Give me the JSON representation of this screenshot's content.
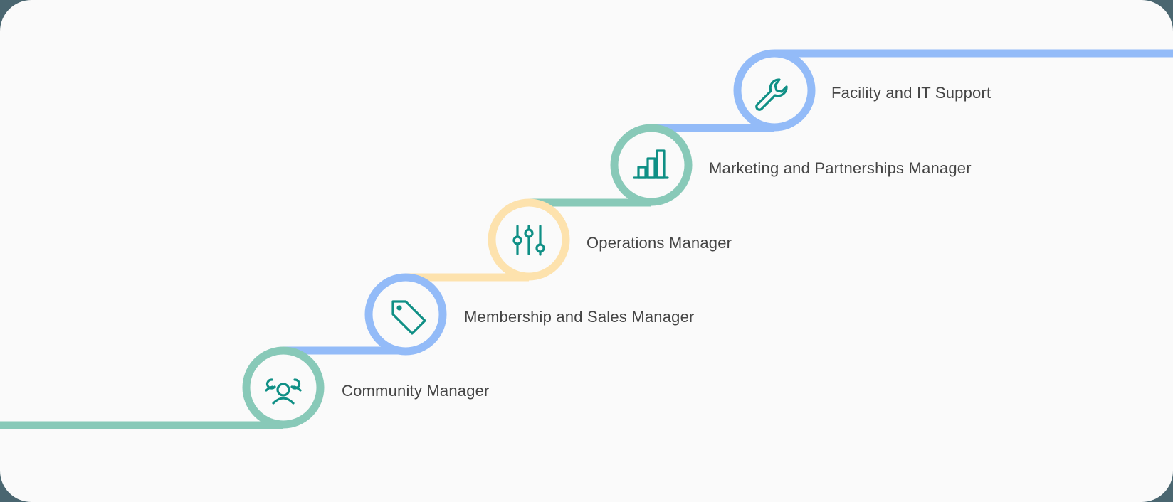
{
  "colors": {
    "background": "#fafafa",
    "outer": "#4a6670",
    "icon": "#0f8f85",
    "text": "#454545",
    "green": "#88c9b8",
    "blue": "#93bbf8",
    "yellow": "#fde2ad"
  },
  "steps": [
    {
      "label": "Community Manager",
      "icon": "users-icon",
      "color": "#88c9b8"
    },
    {
      "label": "Membership and Sales Manager",
      "icon": "tag-icon",
      "color": "#93bbf8"
    },
    {
      "label": "Operations Manager",
      "icon": "sliders-icon",
      "color": "#fde2ad"
    },
    {
      "label": "Marketing and Partnerships Manager",
      "icon": "bar-chart-icon",
      "color": "#88c9b8"
    },
    {
      "label": "Facility and IT Support",
      "icon": "wrench-icon",
      "color": "#93bbf8"
    }
  ]
}
